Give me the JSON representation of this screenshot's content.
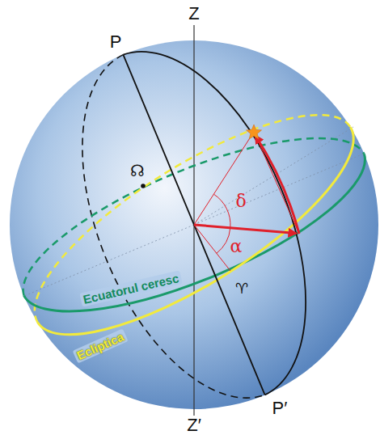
{
  "diagram": {
    "labels": [
      "Z",
      "P",
      "δ",
      "α",
      "☊",
      "♈",
      "Ecuatorul ceresc",
      "Ecliptica",
      "P′",
      "Z′"
    ]
  }
}
